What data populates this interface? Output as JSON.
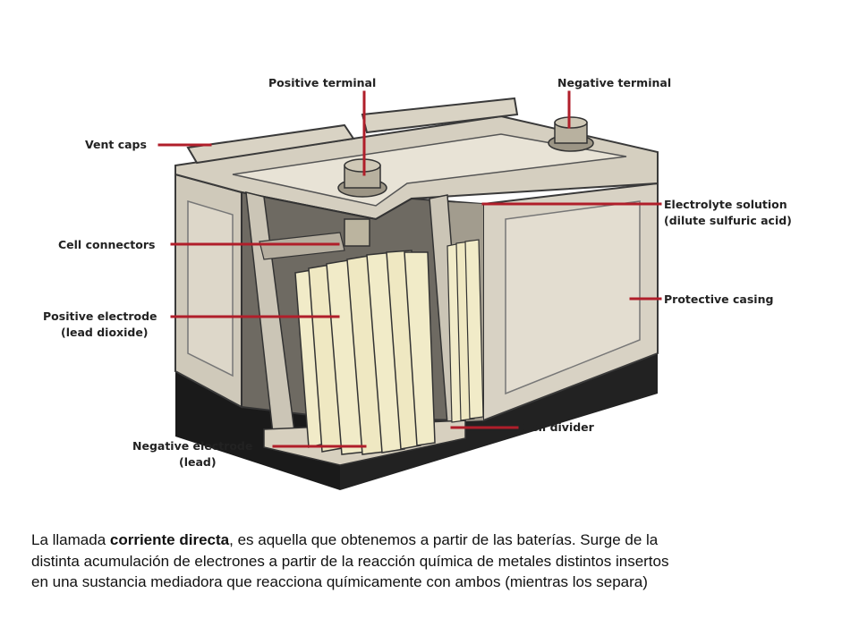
{
  "labels": {
    "positive_terminal": "Positive terminal",
    "negative_terminal": "Negative terminal",
    "vent_caps": "Vent caps",
    "electrolyte_line1": "Electrolyte solution",
    "electrolyte_line2": "(dilute sulfuric acid)",
    "cell_connectors": "Cell connectors",
    "positive_electrode_line1": "Positive electrode",
    "positive_electrode_line2": "(lead dioxide)",
    "protective_casing": "Protective casing",
    "cell_divider": "Cell divider",
    "negative_electrode_line1": "Negative electrode",
    "negative_electrode_line2": "(lead)"
  },
  "caption": {
    "part1": "La llamada ",
    "bold": "corriente directa",
    "part2": ", es aquella que  obtenemos a partir de las baterías. Surge de la distinta acumulación de electrones a partir de la reacción química de metales distintos insertos en una sustancia mediadora que reacciona químicamente con ambos (mientras los separa)"
  },
  "colors": {
    "leader": "#b01e2a",
    "casing": "#d8d2c4",
    "base": "#1a1a1a",
    "plates": "#f1ebc8"
  }
}
